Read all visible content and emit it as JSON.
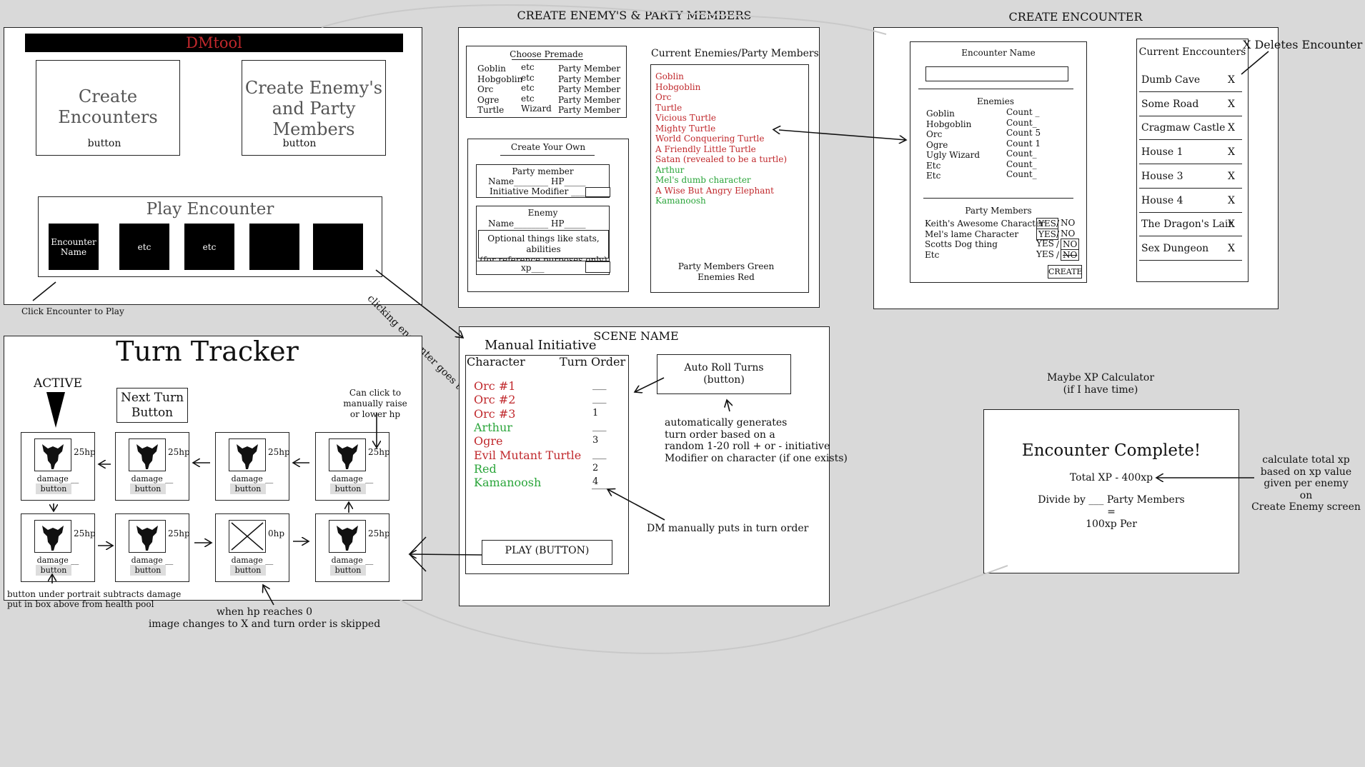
{
  "main_menu": {
    "app_title": "DMtool",
    "create_encounters": {
      "label": "Create\nEncounters",
      "sub": "button"
    },
    "create_enemies": {
      "label": "Create Enemy's\nand Party\nMembers",
      "sub": "button"
    },
    "play_title": "Play Encounter",
    "encounter_tiles": [
      "Encounter\nName",
      "etc",
      "etc",
      "",
      ""
    ],
    "note": "Click Encounter to Play"
  },
  "create_enemies_screen": {
    "heading": "CREATE ENEMY'S & PARTY MEMBERS",
    "premade_title": "Choose Premade",
    "premade_rows": [
      {
        "name": "Goblin",
        "cls": "etc",
        "role": "Party Member"
      },
      {
        "name": "Hobgoblin",
        "cls": "etc",
        "role": "Party Member"
      },
      {
        "name": "Orc",
        "cls": "etc",
        "role": "Party Member"
      },
      {
        "name": "Ogre",
        "cls": "etc",
        "role": "Party Member"
      },
      {
        "name": "Turtle",
        "cls": "Wizard",
        "role": "Party Member"
      }
    ],
    "own_title": "Create Your Own",
    "party_title": "Party member",
    "party_name_hp": "Name________ HP_____",
    "party_initiative": "Initiative Modifier ____",
    "enemy_title": "Enemy",
    "enemy_name_hp": "Name________ HP_____",
    "optional_text": "Optional things like stats, abilities\n(for reference purposes only)",
    "xp_label": "xp___",
    "current_title": "Current Enemies/Party Members",
    "current_list": [
      {
        "name": "Goblin",
        "kind": "enemy"
      },
      {
        "name": "Hobgoblin",
        "kind": "enemy"
      },
      {
        "name": "Orc",
        "kind": "enemy"
      },
      {
        "name": "Turtle",
        "kind": "enemy"
      },
      {
        "name": "Vicious Turtle",
        "kind": "enemy"
      },
      {
        "name": "Mighty Turtle",
        "kind": "enemy"
      },
      {
        "name": "World Conquering Turtle",
        "kind": "enemy"
      },
      {
        "name": "A Friendly Little Turtle",
        "kind": "enemy"
      },
      {
        "name": "Satan (revealed to be a turtle)",
        "kind": "enemy"
      },
      {
        "name": "Arthur",
        "kind": "party"
      },
      {
        "name": "Mel's dumb character",
        "kind": "party"
      },
      {
        "name": "A Wise But Angry Elephant",
        "kind": "enemy"
      },
      {
        "name": "Kamanoosh",
        "kind": "party"
      }
    ],
    "legend": "Party Members Green\nEnemies Red"
  },
  "create_encounter_screen": {
    "heading": "CREATE ENCOUNTER",
    "name_label": "Encounter Name",
    "enemies_title": "Enemies",
    "enemies": [
      {
        "name": "Goblin",
        "count": "Count _"
      },
      {
        "name": "Hobgoblin",
        "count": "Count_"
      },
      {
        "name": "Orc",
        "count": "Count 5"
      },
      {
        "name": "Ogre",
        "count": "Count 1"
      },
      {
        "name": "Ugly Wizard",
        "count": "Count_"
      },
      {
        "name": "Etc",
        "count": "Count_"
      },
      {
        "name": "Etc",
        "count": "Count_"
      }
    ],
    "party_title": "Party Members",
    "party": [
      {
        "name": "Keith's Awesome Character",
        "yes": "YES",
        "no": "NO"
      },
      {
        "name": "Mel's lame Character",
        "yes": "YES",
        "no": "NO"
      },
      {
        "name": "Scotts Dog thing",
        "yes": "YES",
        "no": "NO"
      },
      {
        "name": "Etc",
        "yes": "YES",
        "no": "NO"
      }
    ],
    "create_label": "CREATE",
    "current_title": "Current Enccounters",
    "encounters": [
      "Dumb Cave",
      "Some Road",
      "Cragmaw Castle",
      "House 1",
      "House  3",
      "House 4",
      "The Dragon's Lair",
      "Sex Dungeon"
    ],
    "delete_mark": "X",
    "delete_note": "X Deletes Encounter"
  },
  "flow_note": "clicking encounter goes to",
  "scene": {
    "title": "SCENE NAME",
    "initiative_title": "Manual Initiative",
    "col_character": "Character",
    "col_turn": "Turn Order",
    "characters": [
      {
        "name": "Orc #1",
        "kind": "enemy",
        "order": "___"
      },
      {
        "name": "Orc #2",
        "kind": "enemy",
        "order": "___"
      },
      {
        "name": "Orc #3",
        "kind": "enemy",
        "order": "1"
      },
      {
        "name": "Arthur",
        "kind": "party",
        "order": "___"
      },
      {
        "name": "Ogre",
        "kind": "enemy",
        "order": "3"
      },
      {
        "name": "Evil Mutant Turtle",
        "kind": "enemy",
        "order": "___"
      },
      {
        "name": "Red",
        "kind": "party",
        "order": "2"
      },
      {
        "name": "Kamanoosh",
        "kind": "party",
        "order": "4"
      }
    ],
    "last_blank": "___",
    "auto_roll": "Auto Roll Turns\n(button)",
    "auto_note": "automatically generates\nturn order based on a\nrandom 1-20 roll + or - initiative\nModifier on character (if one exists)",
    "dm_note": "DM manually puts in turn order",
    "play_button": "PLAY (BUTTON)"
  },
  "turn_tracker": {
    "title": "Turn Tracker",
    "active_label": "ACTIVE",
    "next_turn": "Next Turn\nButton",
    "raise_note": "Can click to\nmanually raise\nor lower hp",
    "cards": [
      {
        "hp": "25hp",
        "dead": false
      },
      {
        "hp": "25hp",
        "dead": false
      },
      {
        "hp": "25hp",
        "dead": false
      },
      {
        "hp": "25hp",
        "dead": false
      },
      {
        "hp": "25hp",
        "dead": false
      },
      {
        "hp": "25hp",
        "dead": false
      },
      {
        "hp": "0hp",
        "dead": true
      },
      {
        "hp": "25hp",
        "dead": false
      }
    ],
    "damage_label": "damage __",
    "button_label": "button",
    "portrait_note": "button under portrait subtracts damage\nput in box above from health pool",
    "zero_note": "when hp reaches 0\nimage changes to X and turn order is skipped"
  },
  "xp_calc": {
    "title": "Maybe XP Calculator\n(if I have time)",
    "complete": "Encounter Complete!",
    "total": "Total XP  - 400xp",
    "divide": "Divide by ___ Party Members\n=\n100xp Per",
    "side_note": "calculate total xp\nbased on xp value\ngiven per enemy\non\nCreate Enemy screen"
  }
}
